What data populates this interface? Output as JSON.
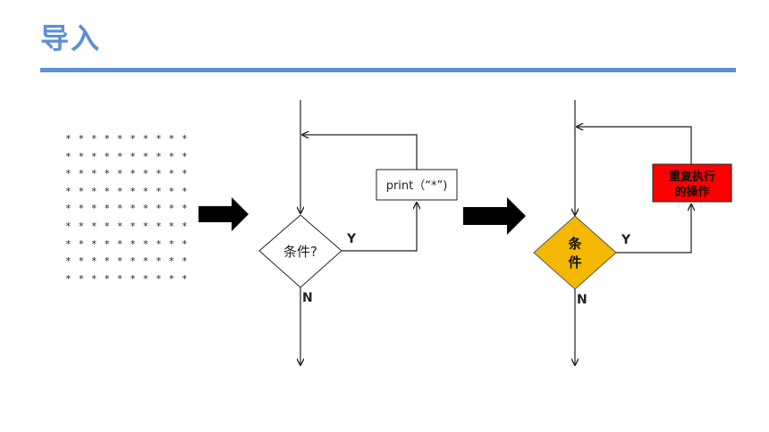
{
  "header": {
    "title": "导入"
  },
  "stars": {
    "rows": [
      "* * * * * * * * * *",
      "* * * * * * * * * *",
      "* * * * * * * * * *",
      "* * * * * * * * * *",
      "* * * * * * * * * *",
      "* * * * * * * * * *",
      "* * * * * * * * * *",
      "* * * * * * * * * *",
      "* * * * * * * * * *"
    ]
  },
  "flow1": {
    "condition": "条件?",
    "action": "print（“*”)",
    "yes": "Y",
    "no": "N"
  },
  "flow2": {
    "condition_line1": "条",
    "condition_line2": "件",
    "action_line1": "重复执行",
    "action_line2": "的操作",
    "yes": "Y",
    "no": "N",
    "condition_color": "#f5b800",
    "action_color": "#ff0000"
  },
  "colors": {
    "accent": "#5b8fd6"
  }
}
